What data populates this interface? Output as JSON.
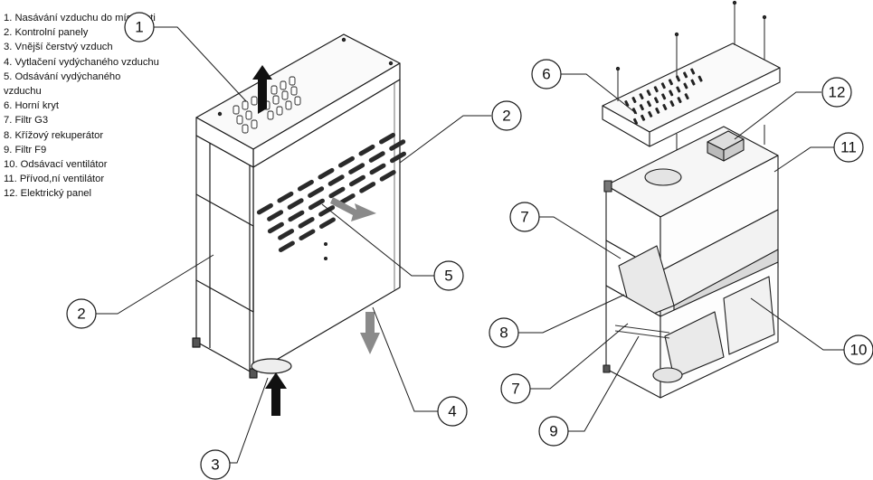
{
  "legend": [
    "1. Nasávání vzduchu do místnosti",
    "2. Kontrolní panely",
    "3. Vnější čerstvý vzduch",
    "4. Vytlačení vydýchaného vzduchu",
    "5. Odsávání vydýchaného vzduchu",
    "6. Horní kryt",
    "7. Filtr G3",
    "8. Křížový rekuperátor",
    "9. Filtr F9",
    "10. Odsávací ventilátor",
    "11. Přívod,ní ventilátor",
    "12. Elektrický panel"
  ],
  "callouts": {
    "c1": "1",
    "c2a": "2",
    "c2b": "2",
    "c3": "3",
    "c4": "4",
    "c5": "5",
    "c6": "6",
    "c7a": "7",
    "c7b": "7",
    "c8": "8",
    "c9": "9",
    "c10": "10",
    "c11": "11",
    "c12": "12"
  },
  "colors": {
    "line": "#1a1a1a",
    "arrow_dark": "#111111",
    "arrow_grey": "#8a8a8a",
    "panel": "#ffffff"
  }
}
